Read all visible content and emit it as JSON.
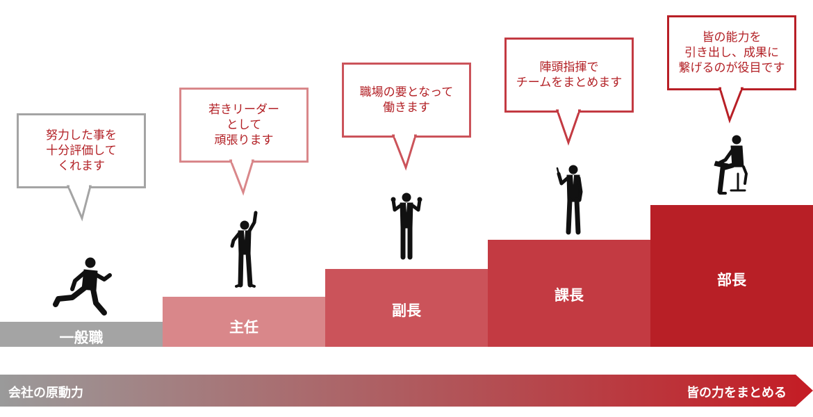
{
  "steps": [
    {
      "label": "一般職",
      "color": "#a4a4a4"
    },
    {
      "label": "主任",
      "color": "#d9878a"
    },
    {
      "label": "副長",
      "color": "#cb535a"
    },
    {
      "label": "課長",
      "color": "#c33a42"
    },
    {
      "label": "部長",
      "color": "#b81f26"
    }
  ],
  "bubbles": [
    {
      "text": "努力した事を\n十分評価して\nくれます",
      "border": "#a4a4a4"
    },
    {
      "text": "若きリーダー\nとして\n頑張ります",
      "border": "#d9878a"
    },
    {
      "text": "職場の要となって\n働きます",
      "border": "#cb535a"
    },
    {
      "text": "陣頭指揮で\nチームをまとめます",
      "border": "#c33a42"
    },
    {
      "text": "皆の能力を\n引き出し、成果に\n繋げるのが役目です",
      "border": "#b81f26"
    }
  ],
  "bottom_bar": {
    "left_label": "会社の原動力",
    "right_label": "皆の力をまとめる",
    "start_color": "#9a9a9a",
    "end_color": "#c41c24"
  },
  "figures": [
    "running-businessman-icon",
    "cheering-businessman-icon",
    "fists-up-businessman-icon",
    "pointing-businessman-icon",
    "seated-businessman-laptop-icon"
  ]
}
